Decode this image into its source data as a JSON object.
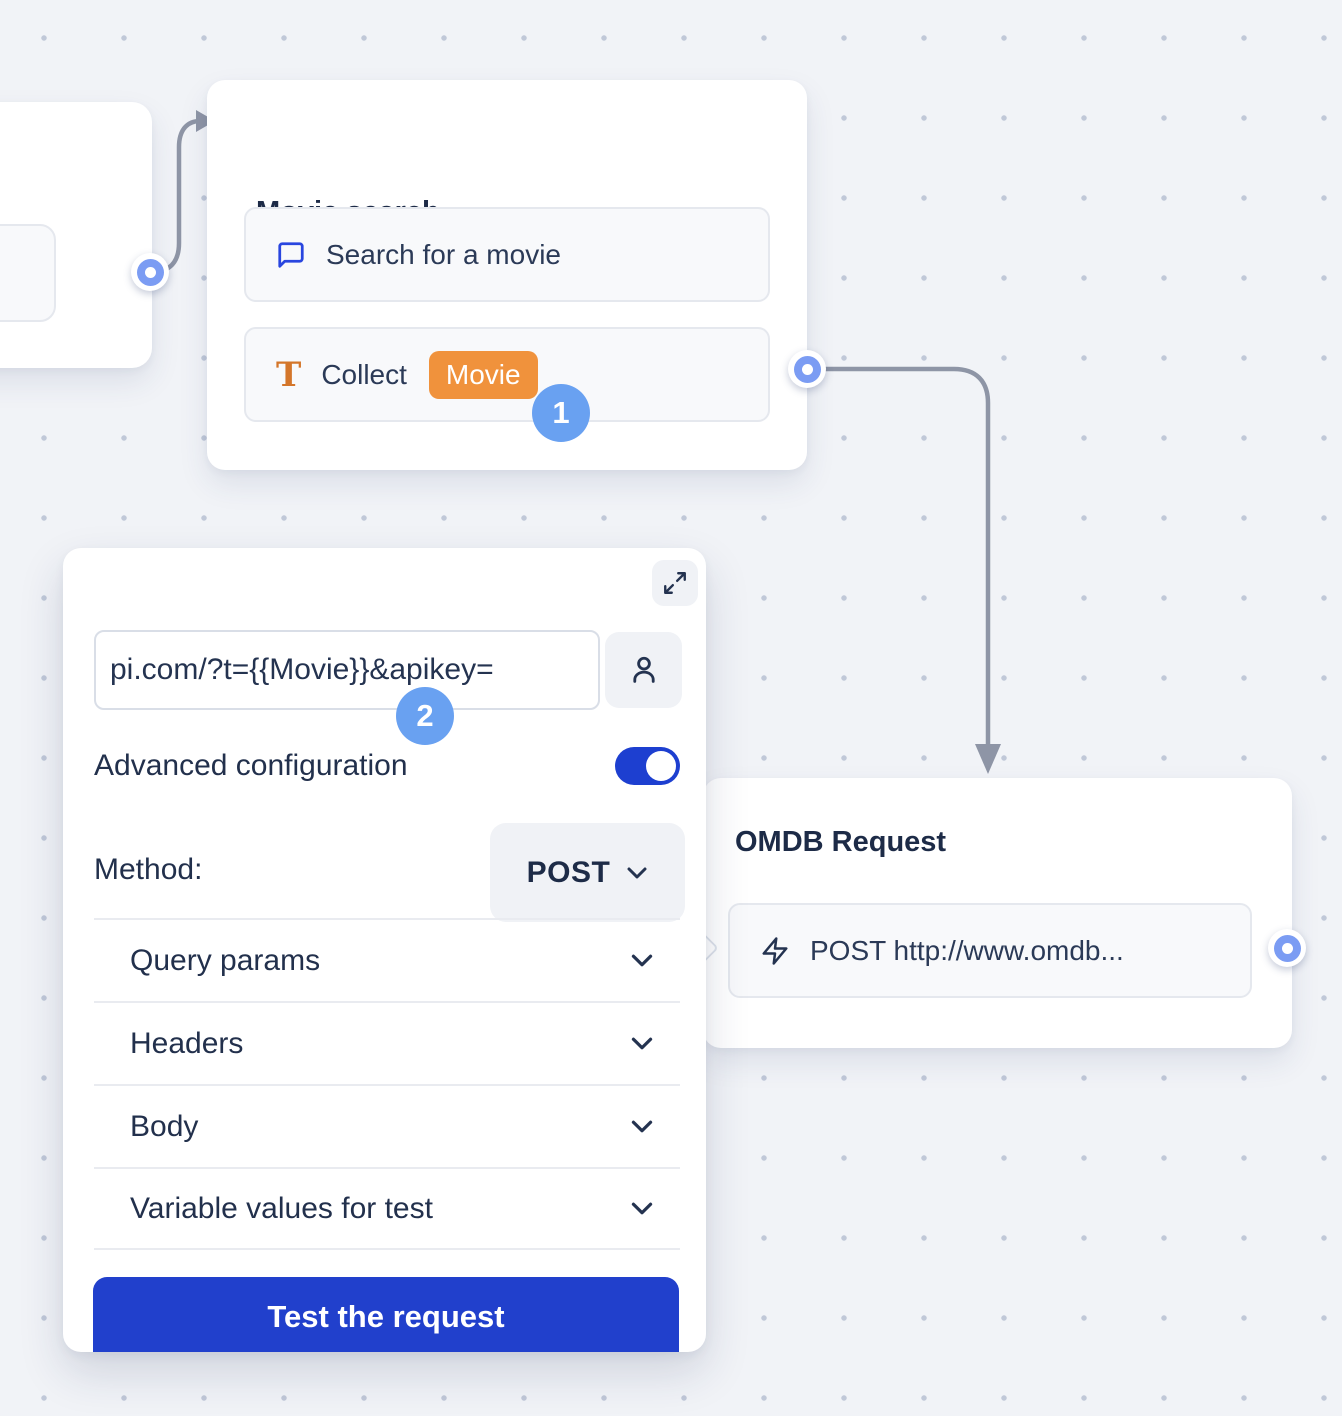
{
  "colors": {
    "background": "#f1f3f7",
    "brand_blue": "#2140cc",
    "toggle_blue": "#1d3fd0",
    "variable_orange": "#f0923c",
    "badge_blue": "#69a1f1",
    "port_blue": "#7b9cf3",
    "connector_gray": "#8e95a6",
    "title_navy": "#1d2b47"
  },
  "movie_node": {
    "title": "Movie search",
    "message_block": {
      "icon": "speech-bubble-icon",
      "label": "Search for a movie"
    },
    "collect_block": {
      "icon": "text-T-icon",
      "label": "Collect",
      "variable": "Movie"
    },
    "step_badge": "1"
  },
  "config_panel": {
    "expand_icon": "diagonal-expand-arrows",
    "url_field": {
      "value": "pi.com/?t={{Movie}}&apikey="
    },
    "user_button_icon": "person-outline",
    "step_badge": "2",
    "advanced_label": "Advanced configuration",
    "advanced_toggle_state": "on",
    "method_label": "Method:",
    "method_value": "POST",
    "sections": [
      "Query params",
      "Headers",
      "Body",
      "Variable values for test"
    ],
    "test_button_label": "Test the request"
  },
  "omdb_node": {
    "title": "OMDB Request",
    "request_block": {
      "icon": "lightning-bolt-icon",
      "label": "POST http://www.omdb..."
    }
  }
}
